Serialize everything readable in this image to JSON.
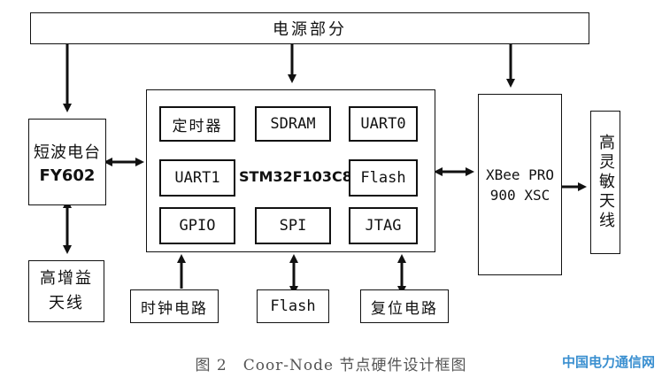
{
  "power": "电源部分",
  "mcu": {
    "name": "STM32F103C8",
    "blocks": [
      "定时器",
      "SDRAM",
      "UART0",
      "UART1",
      "Flash",
      "GPIO",
      "SPI",
      "JTAG"
    ]
  },
  "radio": {
    "line1": "短波电台",
    "line2": "FY602"
  },
  "antenna_gain": "高增益天线",
  "xbee": {
    "line1": "XBee PRO",
    "line2": "900 XSC"
  },
  "antenna_sens": "高灵敏天线",
  "clock": "时钟电路",
  "flash_ext": "Flash",
  "reset": "复位电路",
  "caption": "图 2　Coor-Node 节点硬件设计框图",
  "watermark": "中国电力通信网"
}
